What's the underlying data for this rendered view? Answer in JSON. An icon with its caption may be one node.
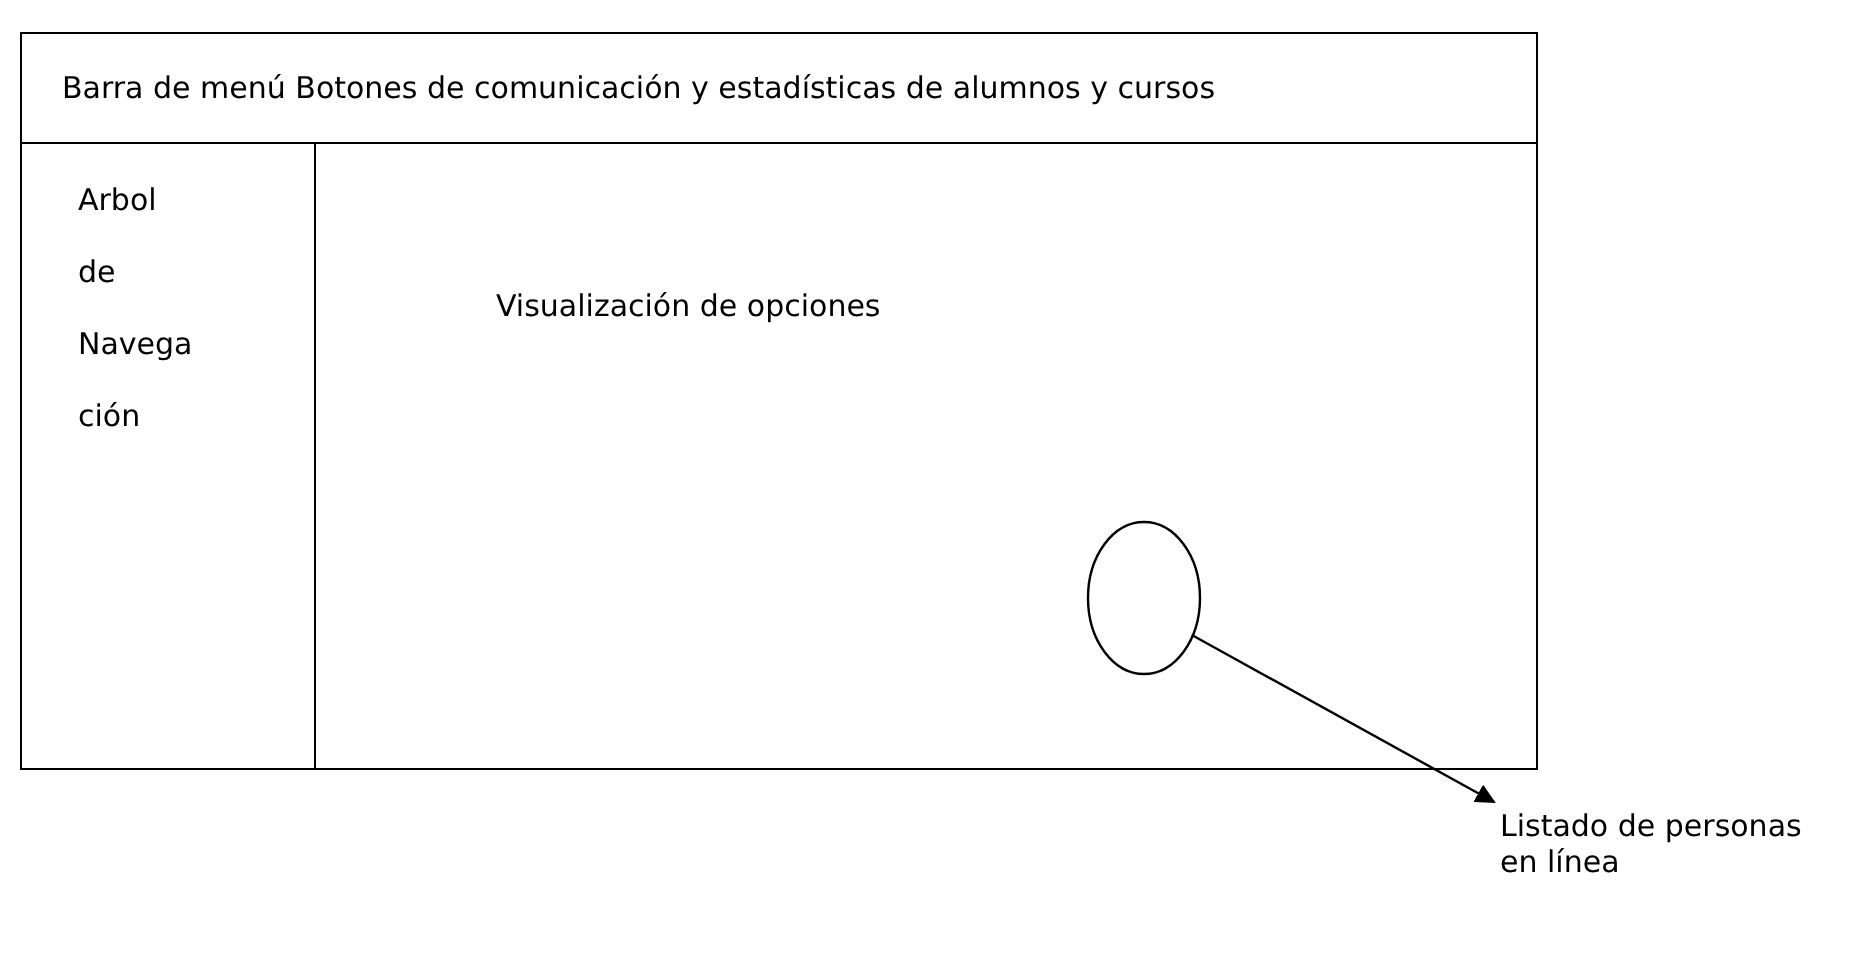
{
  "diagram": {
    "nodes": [
      {
        "text": [
          "Barra de menú Botones de comunicación y estadísticas de alumnos y cursos"
        ]
      },
      {
        "text": [
          "Arbol de Navegación"
        ]
      },
      {
        "text": [
          "Visualización de opciones"
        ]
      },
      {
        "text": [],
        "shape": "circle",
        "in": 2
      },
      {
        "text": [
          "Listado de personas en línea"
        ]
      }
    ],
    "edges": [
      {
        "from": 3,
        "to": 4,
        "arrow": "to"
      }
    ]
  }
}
